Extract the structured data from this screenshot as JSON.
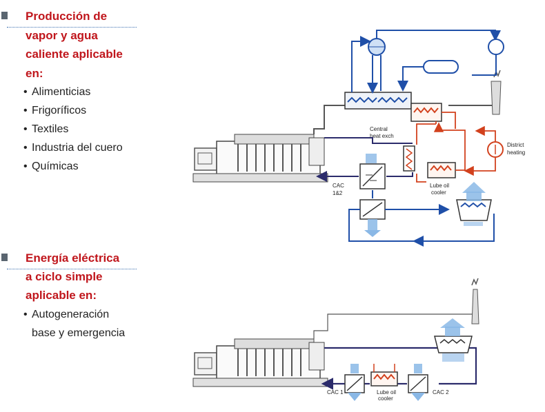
{
  "section1": {
    "heading_lines": [
      "Producción de",
      "vapor y agua",
      "caliente aplicable",
      "en:"
    ],
    "items": [
      "Alimenticias",
      "Frigoríficos",
      "Textiles",
      "Industria del cuero",
      "Químicas"
    ]
  },
  "section2": {
    "heading_lines": [
      "Energía eléctrica",
      "a ciclo simple",
      "aplicable en:"
    ],
    "items": [
      {
        "line1": "Autogeneración",
        "line2": "base y emergencia"
      }
    ]
  },
  "diagram1": {
    "labels": {
      "central_heat_exch_1": "Central",
      "central_heat_exch_2": "heat exch",
      "district_heating_1": "District",
      "district_heating_2": "heating",
      "lube_oil_cooler_1": "Lube oil",
      "lube_oil_cooler_2": "cooler",
      "cac_1": "CAC",
      "cac_2": "1&2"
    }
  },
  "diagram2": {
    "labels": {
      "cac1": "CAC 1",
      "lube_oil_cooler_1": "Lube oil",
      "lube_oil_cooler_2": "cooler",
      "cac2": "CAC 2"
    }
  },
  "colors": {
    "heading": "#c0161c",
    "water_blue": "#1f4fa8",
    "hot_red": "#d2411d",
    "engine_gray": "#555555",
    "air_blue": "#8ab8e6"
  }
}
